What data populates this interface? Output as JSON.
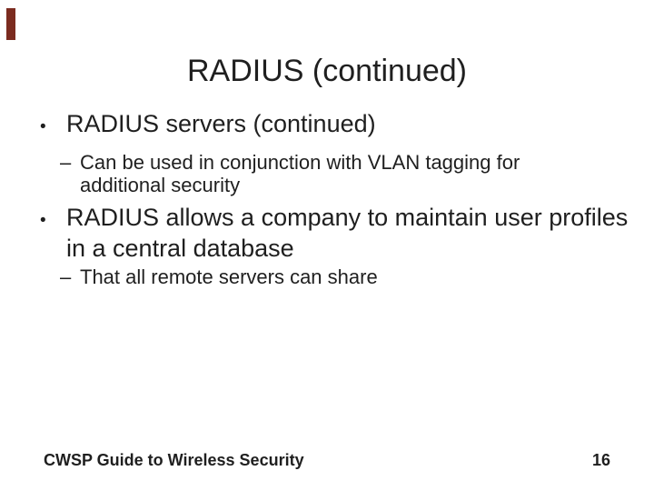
{
  "slide": {
    "title": "RADIUS (continued)",
    "text_color": "#1f1f1f",
    "accent_color": "#7b2b1f",
    "bullets": [
      {
        "level": 1,
        "marker": "•",
        "lines": [
          "RADIUS servers (continued)"
        ]
      },
      {
        "level": 2,
        "marker": "–",
        "lines": [
          "Can be used in conjunction with VLAN tagging for",
          "additional security"
        ]
      },
      {
        "level": 1,
        "marker": "•",
        "lines": [
          "RADIUS allows a company to maintain user profiles",
          "in a central database"
        ]
      },
      {
        "level": 2,
        "marker": "–",
        "lines": [
          "That all remote servers can share"
        ]
      }
    ],
    "footer": {
      "left": "CWSP Guide to Wireless Security",
      "page": "16"
    }
  }
}
